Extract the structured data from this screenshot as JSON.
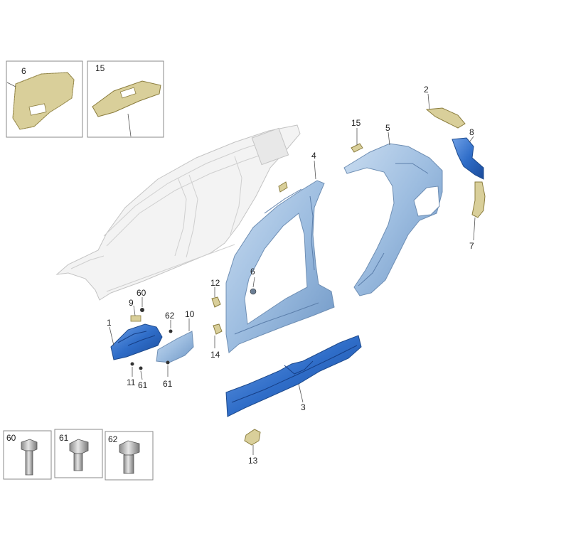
{
  "callouts": {
    "c1": "1",
    "c2": "2",
    "c3": "3",
    "c4": "4",
    "c5": "5",
    "c6": "6",
    "c6_box": "6",
    "c7": "7",
    "c8": "8",
    "c9": "9",
    "c10": "10",
    "c11": "11",
    "c12": "12",
    "c13": "13",
    "c14": "14",
    "c15": "15",
    "c15_box": "15",
    "c60": "60",
    "c60_box": "60",
    "c61a": "61",
    "c61b": "61",
    "c61_box": "61",
    "c62": "62",
    "c62_box": "62"
  },
  "colors": {
    "light_blue": "#8fb4dc",
    "dark_blue": "#2f6dc8",
    "insulation_tan": "#d9cf9a",
    "ghost_gray": "#cfcfcf"
  }
}
